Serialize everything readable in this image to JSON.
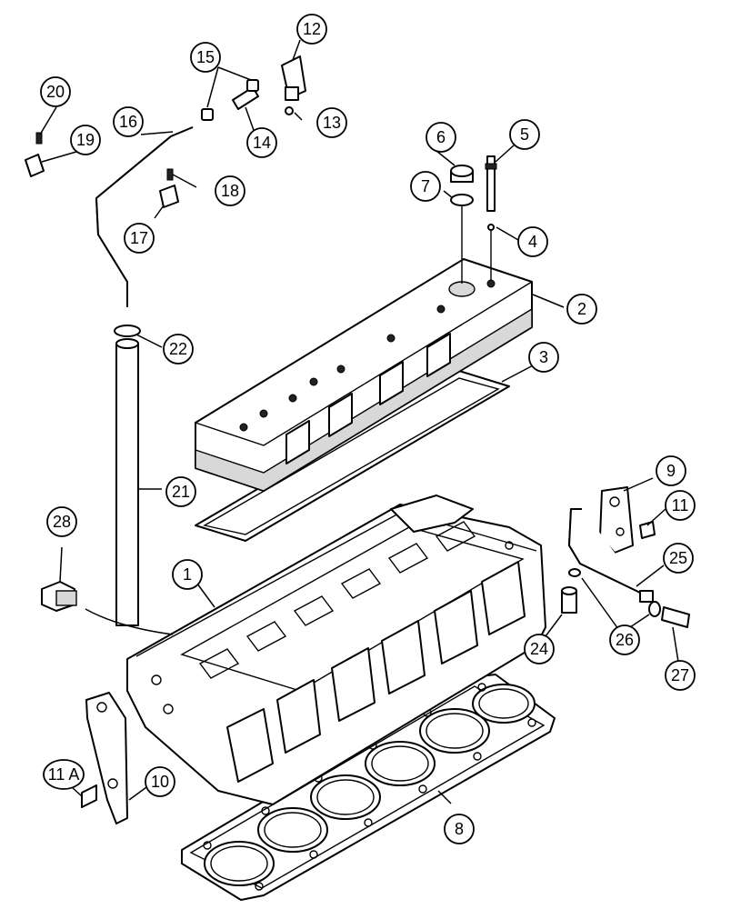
{
  "callouts": [
    {
      "id": "c1",
      "label": "1"
    },
    {
      "id": "c2",
      "label": "2"
    },
    {
      "id": "c3",
      "label": "3"
    },
    {
      "id": "c4",
      "label": "4"
    },
    {
      "id": "c5",
      "label": "5"
    },
    {
      "id": "c6",
      "label": "6"
    },
    {
      "id": "c7",
      "label": "7"
    },
    {
      "id": "c8",
      "label": "8"
    },
    {
      "id": "c9",
      "label": "9"
    },
    {
      "id": "c10",
      "label": "10"
    },
    {
      "id": "c11",
      "label": "11"
    },
    {
      "id": "c11a",
      "label": "11 A"
    },
    {
      "id": "c12",
      "label": "12"
    },
    {
      "id": "c13",
      "label": "13"
    },
    {
      "id": "c14",
      "label": "14"
    },
    {
      "id": "c15",
      "label": "15"
    },
    {
      "id": "c16",
      "label": "16"
    },
    {
      "id": "c17",
      "label": "17"
    },
    {
      "id": "c18",
      "label": "18"
    },
    {
      "id": "c19",
      "label": "19"
    },
    {
      "id": "c20",
      "label": "20"
    },
    {
      "id": "c21",
      "label": "21"
    },
    {
      "id": "c22",
      "label": "22"
    },
    {
      "id": "c24",
      "label": "24"
    },
    {
      "id": "c25",
      "label": "25"
    },
    {
      "id": "c26",
      "label": "26"
    },
    {
      "id": "c27",
      "label": "27"
    },
    {
      "id": "c28",
      "label": "28"
    }
  ]
}
